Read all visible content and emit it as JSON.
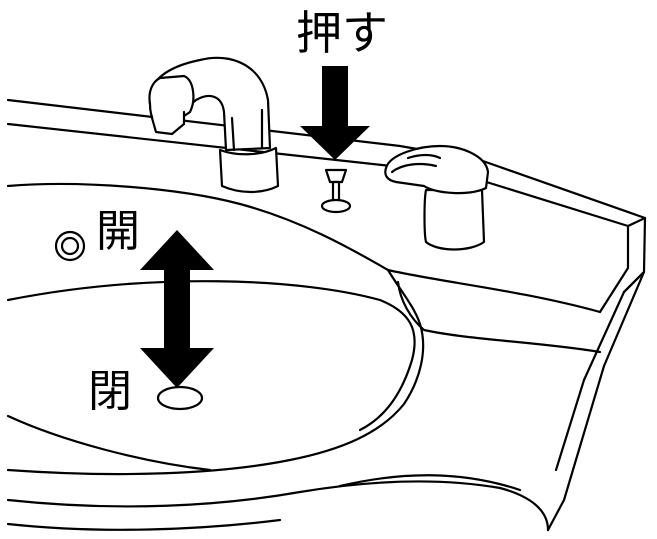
{
  "labels": {
    "push": "押す",
    "open": "開",
    "close": "閉"
  },
  "colors": {
    "line": "#000000",
    "background": "#ffffff"
  }
}
